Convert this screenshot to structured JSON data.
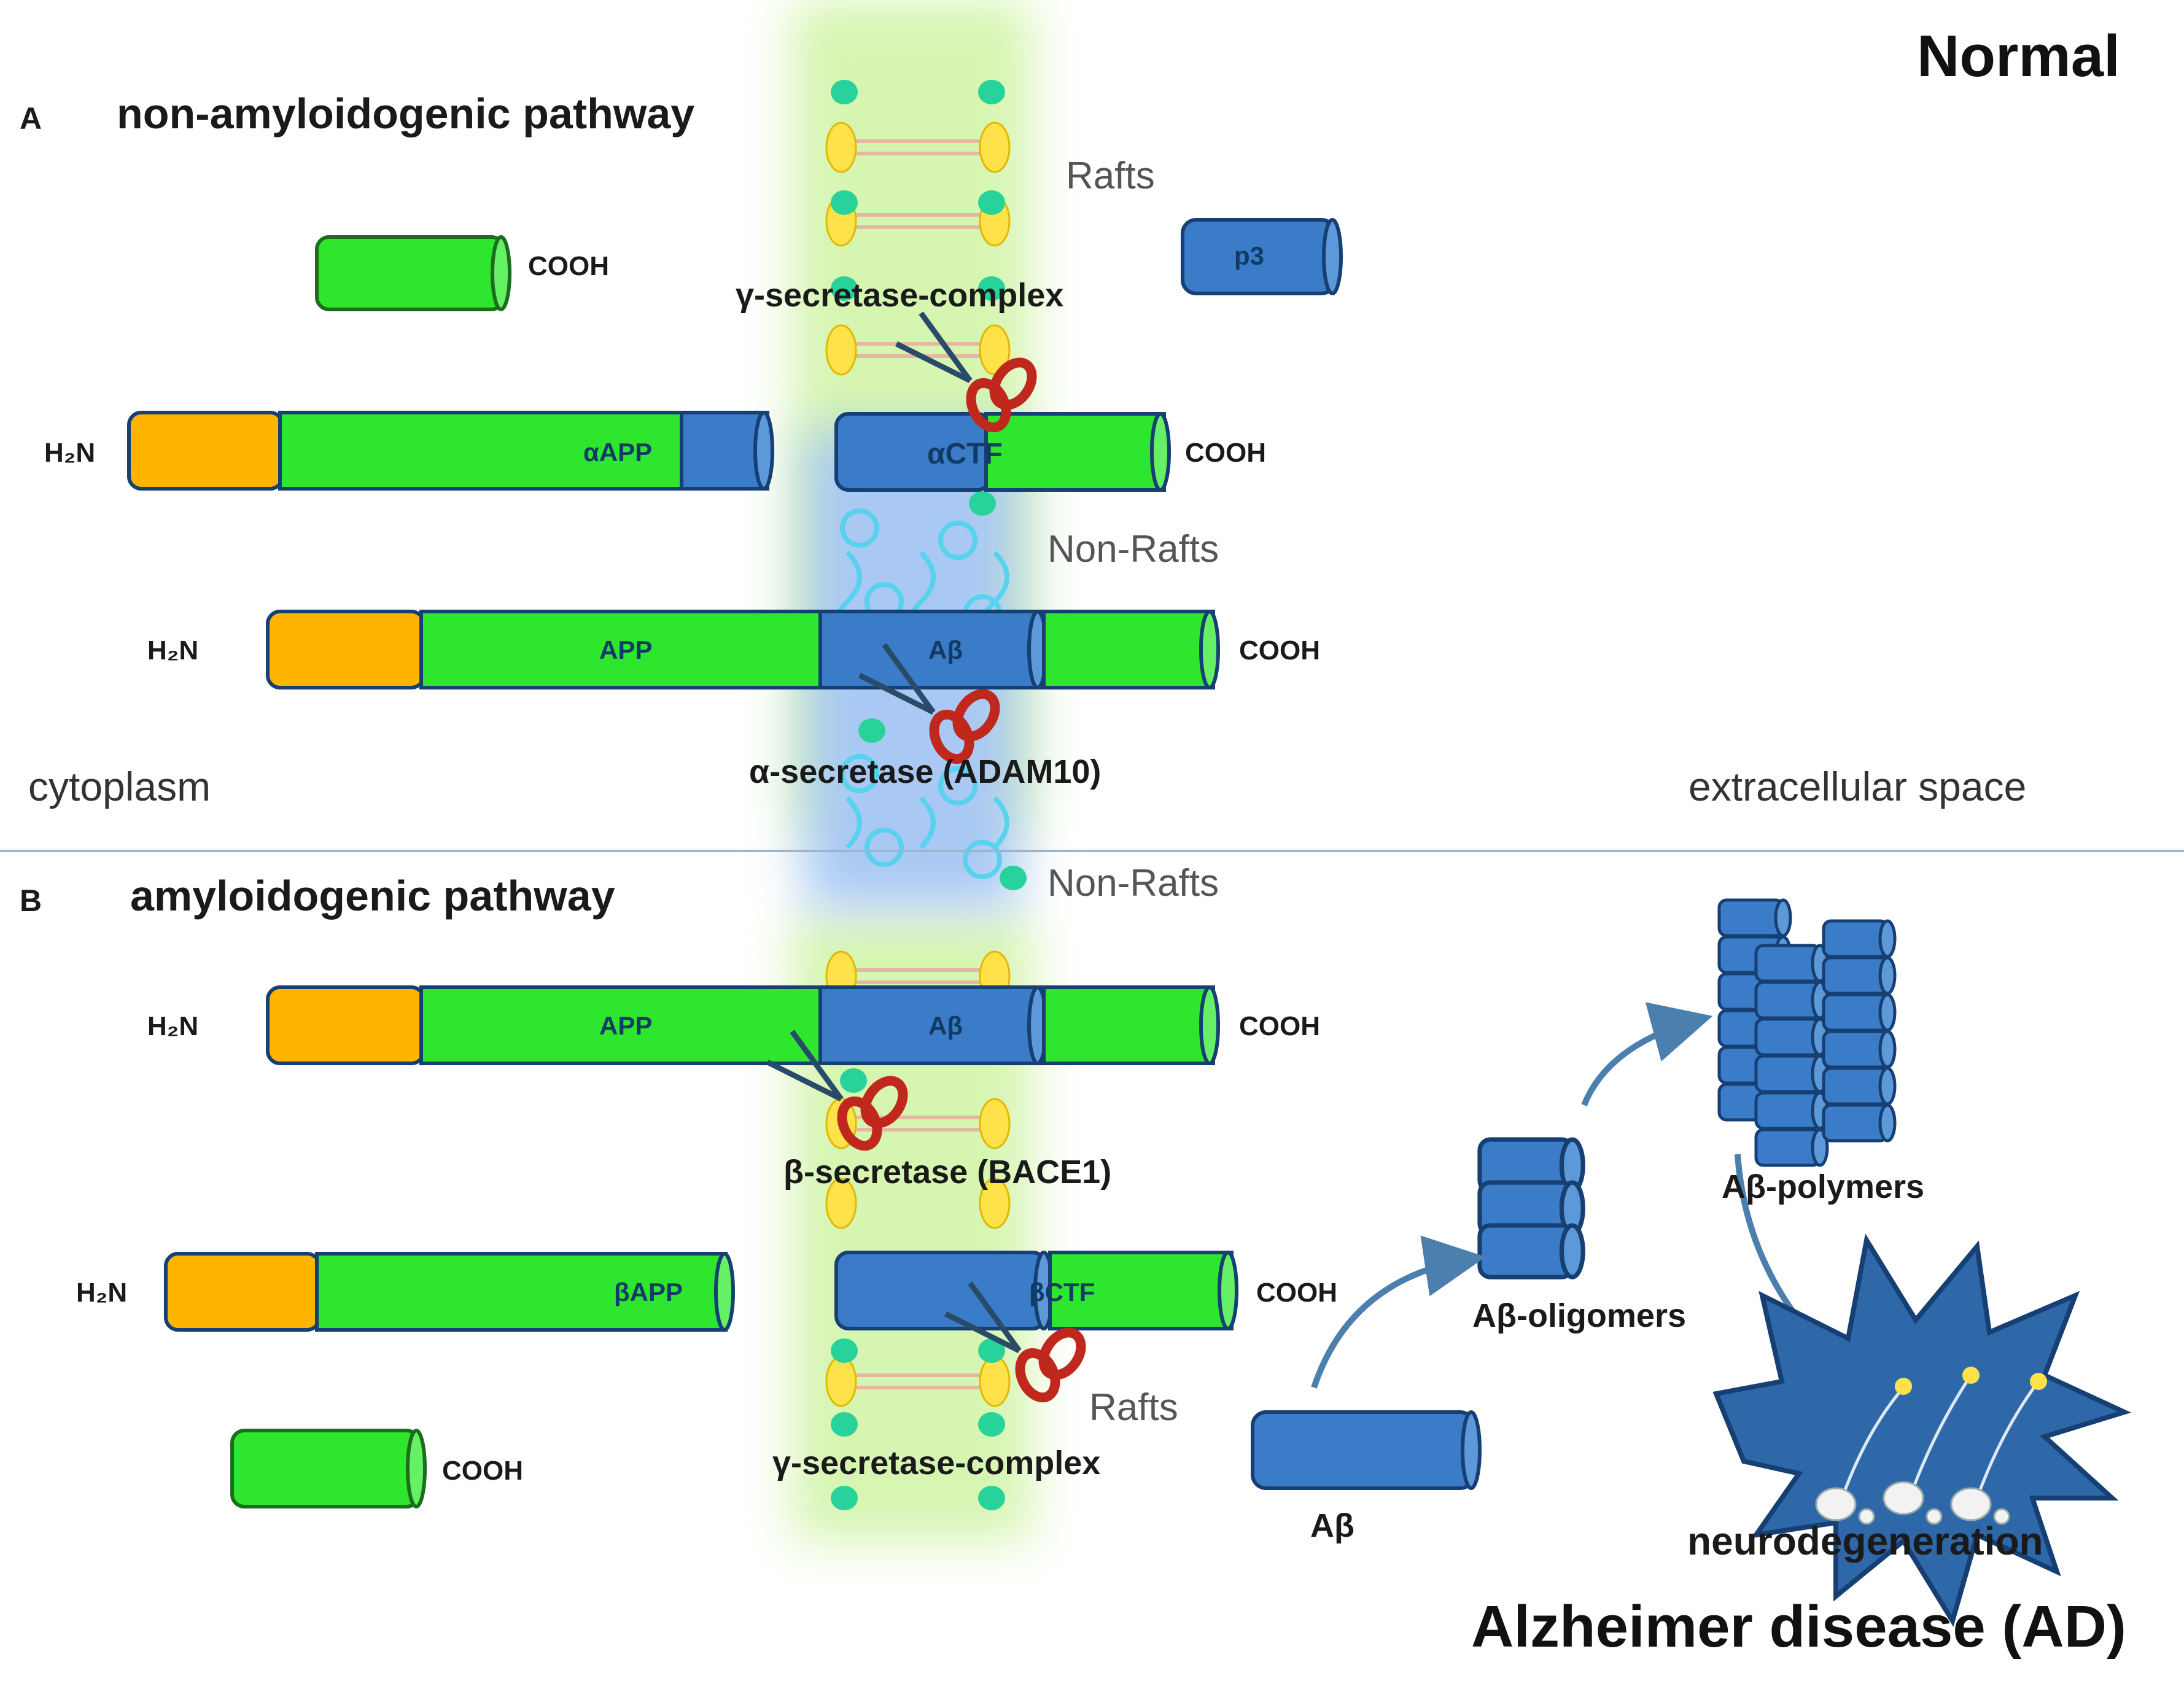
{
  "header": {
    "normal": "Normal",
    "section_a_letter": "A",
    "section_a_title": "non-amyloidogenic pathway",
    "section_b_letter": "B",
    "section_b_title": "amyloidogenic pathway",
    "disease": "Alzheimer disease (AD)"
  },
  "regions": {
    "cytoplasm": "cytoplasm",
    "extracellular": "extracellular space"
  },
  "membrane": {
    "rafts": "Rafts",
    "non_rafts": "Non-Rafts"
  },
  "enzymes": {
    "gamma": "γ-secretase-complex",
    "alpha": "α-secretase (ADAM10)",
    "beta": "β-secretase (BACE1)"
  },
  "termini": {
    "n": "H₂N",
    "c": "COOH"
  },
  "segments": {
    "p3": "p3",
    "aapp": "αAPP",
    "actf": "αCTF",
    "app": "APP",
    "abeta": "Aβ",
    "bapp": "βAPP",
    "bctf": "βCTF"
  },
  "aggregates": {
    "abeta": "Aβ",
    "oligomers": "Aβ-oligomers",
    "polymers": "Aβ-polymers",
    "neurodegeneration": "neurodegeneration"
  },
  "colors": {
    "green": "#2ee62e",
    "blue": "#3a7cc8",
    "orange": "#ffb400",
    "dark_blue": "#163f73",
    "scissors": "#c0271d"
  }
}
